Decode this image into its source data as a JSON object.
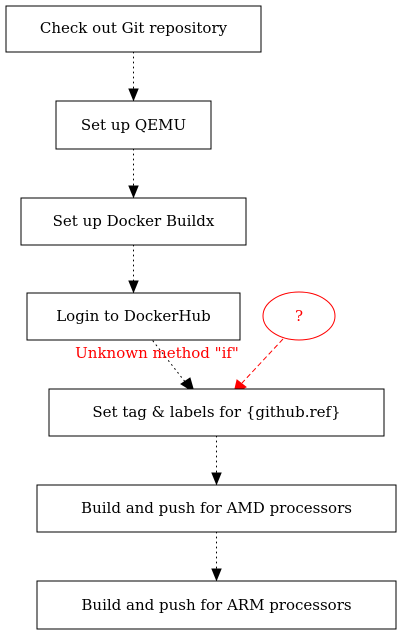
{
  "colors": {
    "node_border": "#000000",
    "edge": "#000000",
    "warning": "#ff0000",
    "background": "#ffffff"
  },
  "nodes": {
    "checkout": "Check out Git repository",
    "qemu": "Set up QEMU",
    "buildx": "Set up Docker Buildx",
    "login": "Login to DockerHub",
    "tag": "Set tag & labels for {github.ref}",
    "amd": "Build and push for AMD processors",
    "arm": "Build and push for ARM processors"
  },
  "unknown_node": "?",
  "edge_label": "Unknown method \"if\""
}
